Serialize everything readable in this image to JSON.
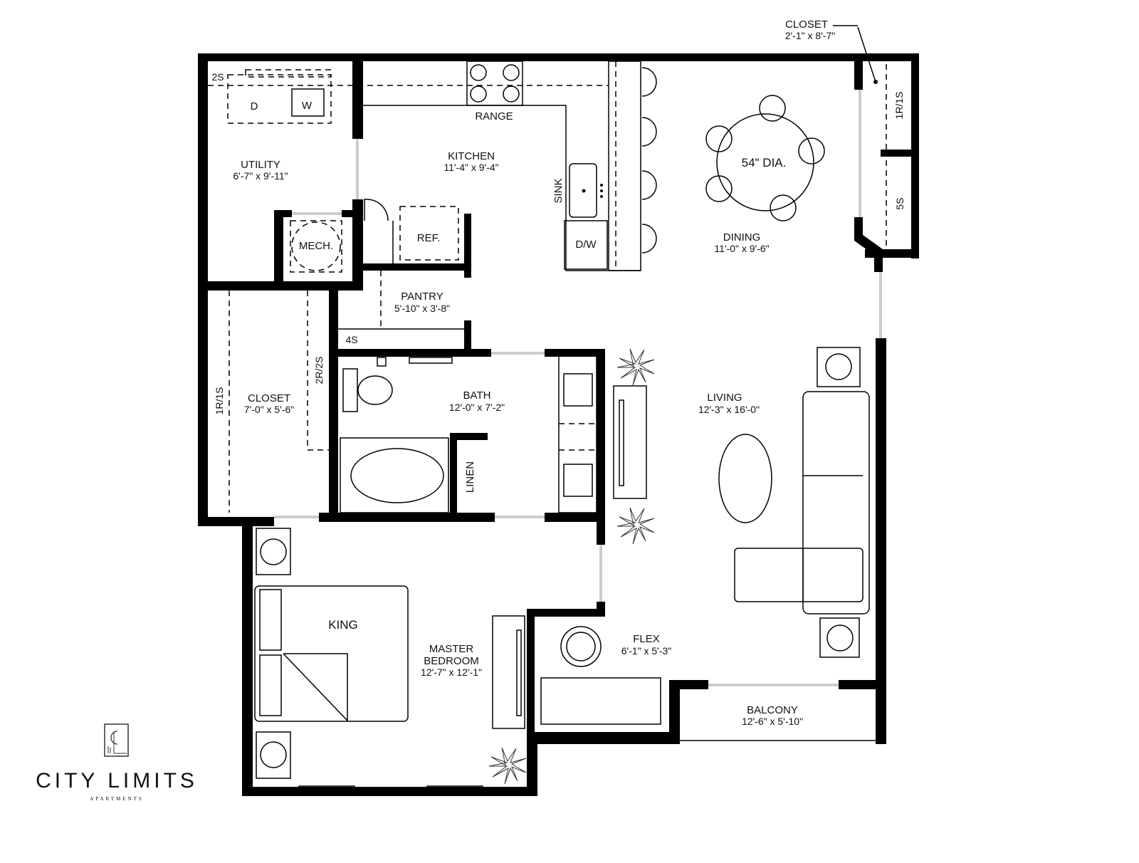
{
  "brand": {
    "name": "CITY LIMITS",
    "sub": "APARTMENTS",
    "logo_letters": "CL"
  },
  "rooms": {
    "closet_top": {
      "name": "CLOSET",
      "dim": "2'-1\" x 8'-7\""
    },
    "utility": {
      "name": "UTILITY",
      "dim": "6'-7\" x 9'-11\""
    },
    "kitchen": {
      "name": "KITCHEN",
      "dim": "11'-4\" x 9'-4\""
    },
    "dining": {
      "name": "DINING",
      "dim": "11'-0\" x 9'-6\""
    },
    "pantry": {
      "name": "PANTRY",
      "dim": "5'-10\" x 3'-8\""
    },
    "closet": {
      "name": "CLOSET",
      "dim": "7'-0\" x 5'-6\""
    },
    "bath": {
      "name": "BATH",
      "dim": "12'-0\" x 7'-2\""
    },
    "living": {
      "name": "LIVING",
      "dim": "12'-3\" x 16'-0\""
    },
    "master": {
      "name1": "MASTER",
      "name2": "BEDROOM",
      "dim": "12'-7\" x 12'-1\""
    },
    "flex": {
      "name": "FLEX",
      "dim": "6'-1\" x 5'-3\""
    },
    "balcony": {
      "name": "BALCONY",
      "dim": "12'-6\" x 5'-10\""
    }
  },
  "fixtures": {
    "range": "RANGE",
    "sink": "SINK",
    "dw": "D/W",
    "ref": "REF.",
    "mech": "MECH.",
    "dryer": "D",
    "washer": "W",
    "table": "54\" DIA.",
    "bed": "KING",
    "linen": "LINEN",
    "shelf_2s": "2S",
    "shelf_4s": "4S",
    "shelf_5s": "5S",
    "shelf_1r1s_a": "1R/1S",
    "shelf_1r1s_b": "1R/1S",
    "shelf_2r2s": "2R/2S"
  }
}
